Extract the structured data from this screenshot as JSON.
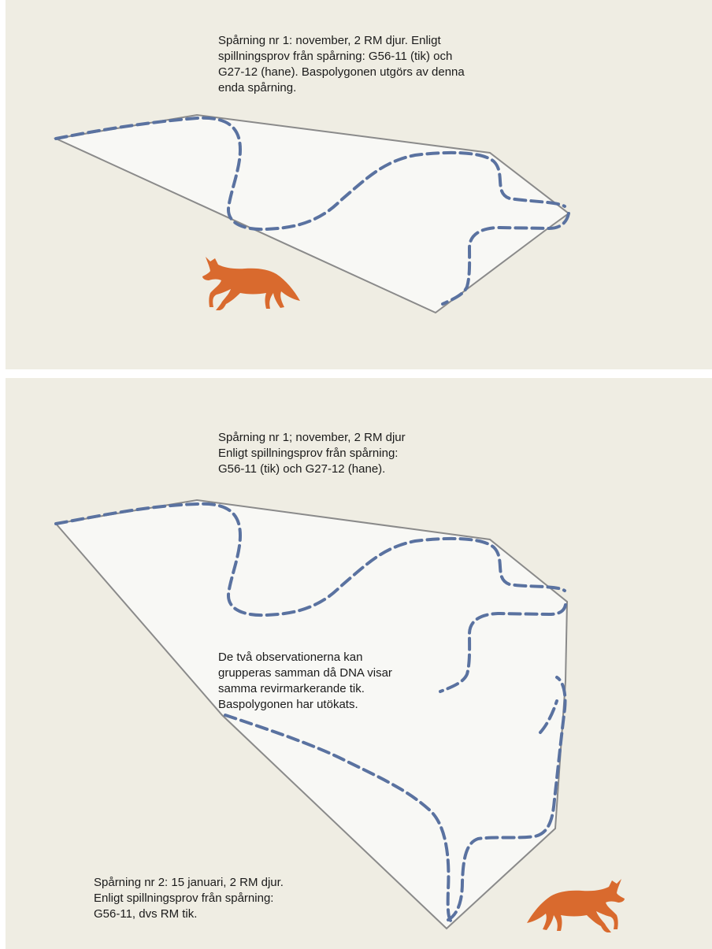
{
  "panels": [
    {
      "caption": "Spårning nr 1: november, 2 RM djur. Enligt\nspillningsprov från spårning: G56-11 (tik) och\nG27-12 (hane). Baspolygonen utgörs av denna\nenda spårning."
    },
    {
      "caption_track1": "Spårning nr 1; november, 2 RM djur\nEnligt spillningsprov från spårning:\nG56-11 (tik) och G27-12 (hane).",
      "caption_grouping": "De två observationerna kan\ngrupperas samman då DNA visar\nsamma revirmarkerande tik.\nBaspolygonen har utökats.",
      "caption_track2": "Spårning nr 2: 15 januari, 2 RM djur.\nEnligt spillningsprov från spårning:\nG56-11, dvs RM tik."
    }
  ],
  "colors": {
    "background": "#efede3",
    "polygon_fill": "#f8f8f5",
    "polygon_stroke": "#8a8a8a",
    "track": "#5a72a0",
    "wolf": "#d96a2e"
  },
  "icons": {
    "animal": "wolf-icon"
  }
}
